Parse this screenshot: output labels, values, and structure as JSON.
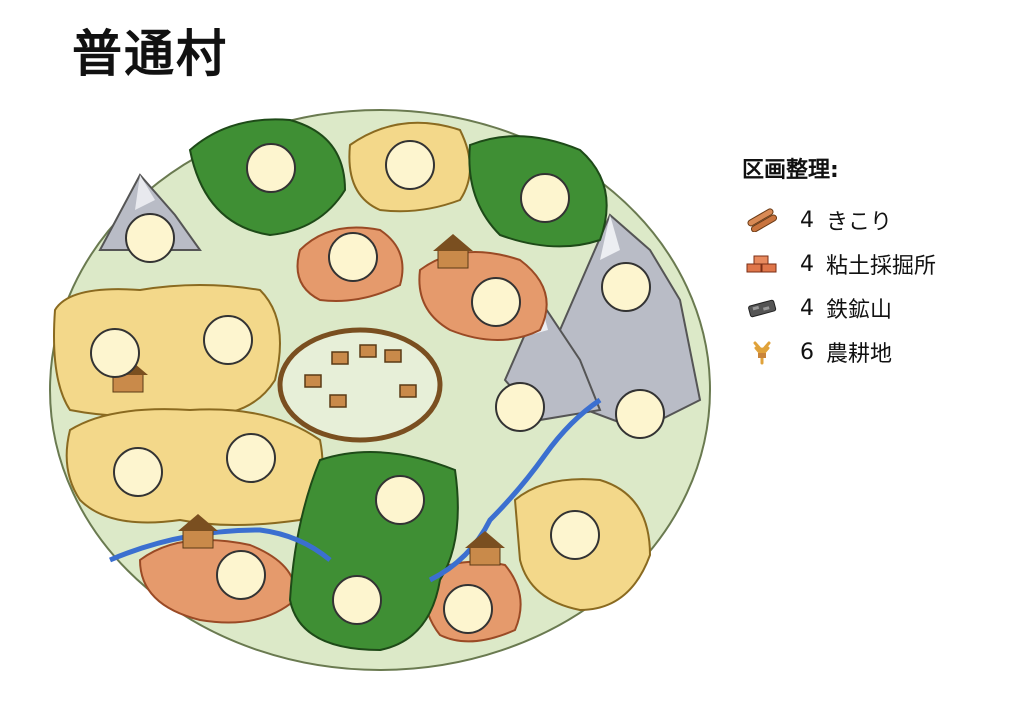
{
  "page_title": "普通村",
  "legend": {
    "title": "区画整理:",
    "items": [
      {
        "count": "4",
        "label": "きこり",
        "icon": "lumber-icon",
        "color": "#d98a55"
      },
      {
        "count": "4",
        "label": "粘土採掘所",
        "icon": "brick-icon",
        "color": "#e0764a"
      },
      {
        "count": "4",
        "label": "鉄鉱山",
        "icon": "iron-ore-icon",
        "color": "#555555"
      },
      {
        "count": "6",
        "label": "農耕地",
        "icon": "wheat-icon",
        "color": "#e0a23a"
      }
    ]
  },
  "colors": {
    "meadow": "#dce9c8",
    "field": "#f3d88a",
    "clay": "#e59a6c",
    "forest": "#3f8f34",
    "mountain": "#b9bcc6",
    "water": "#3b6fd0",
    "slot": "#fdf5cf"
  },
  "slots": [
    {
      "type": "forest"
    },
    {
      "type": "field"
    },
    {
      "type": "forest"
    },
    {
      "type": "iron"
    },
    {
      "type": "clay"
    },
    {
      "type": "clay"
    },
    {
      "type": "field"
    },
    {
      "type": "field"
    },
    {
      "type": "iron"
    },
    {
      "type": "iron"
    },
    {
      "type": "iron"
    },
    {
      "type": "field"
    },
    {
      "type": "field"
    },
    {
      "type": "forest"
    },
    {
      "type": "field"
    },
    {
      "type": "clay"
    },
    {
      "type": "forest"
    },
    {
      "type": "clay"
    }
  ]
}
